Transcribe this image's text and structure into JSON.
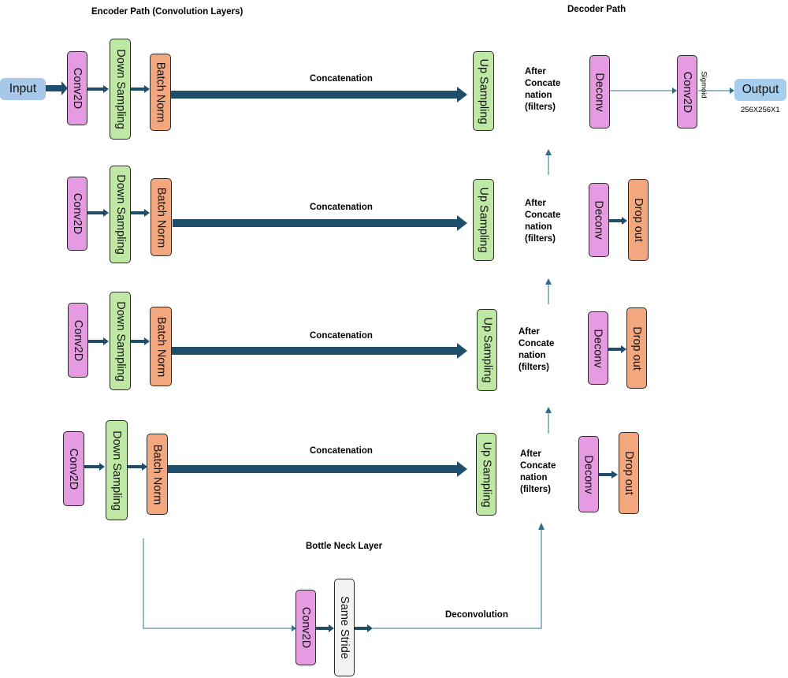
{
  "headings": {
    "encoder": "Encoder Path (Convolution Layers)",
    "decoder": "Decoder Path",
    "bottleneck": "Bottle Neck Layer"
  },
  "io": {
    "input": "Input",
    "output": "Output",
    "output_size": "256X256X1",
    "activation": "Sigmoid"
  },
  "blocks": {
    "conv2d": "Conv2D",
    "down_sampling": "Down Sampling",
    "batch_norm": "Batch Norm",
    "up_sampling": "Up Sampling",
    "deconv": "Deconv",
    "drop_out": "Drop out",
    "same_stride": "Same Stride"
  },
  "edges": {
    "concatenation": "Concatenation",
    "deconvolution": "Deconvolution"
  },
  "after_concat": {
    "line1": "After",
    "line2": "Concate",
    "line3": "nation",
    "line4": "(filters)"
  },
  "colors": {
    "conv": "#e59be2",
    "down": "#bfe8a4",
    "batch_norm": "#f3a77e",
    "arrow": "#1f4e6b",
    "input": "#a8c8ea",
    "output": "#a4cdee"
  }
}
